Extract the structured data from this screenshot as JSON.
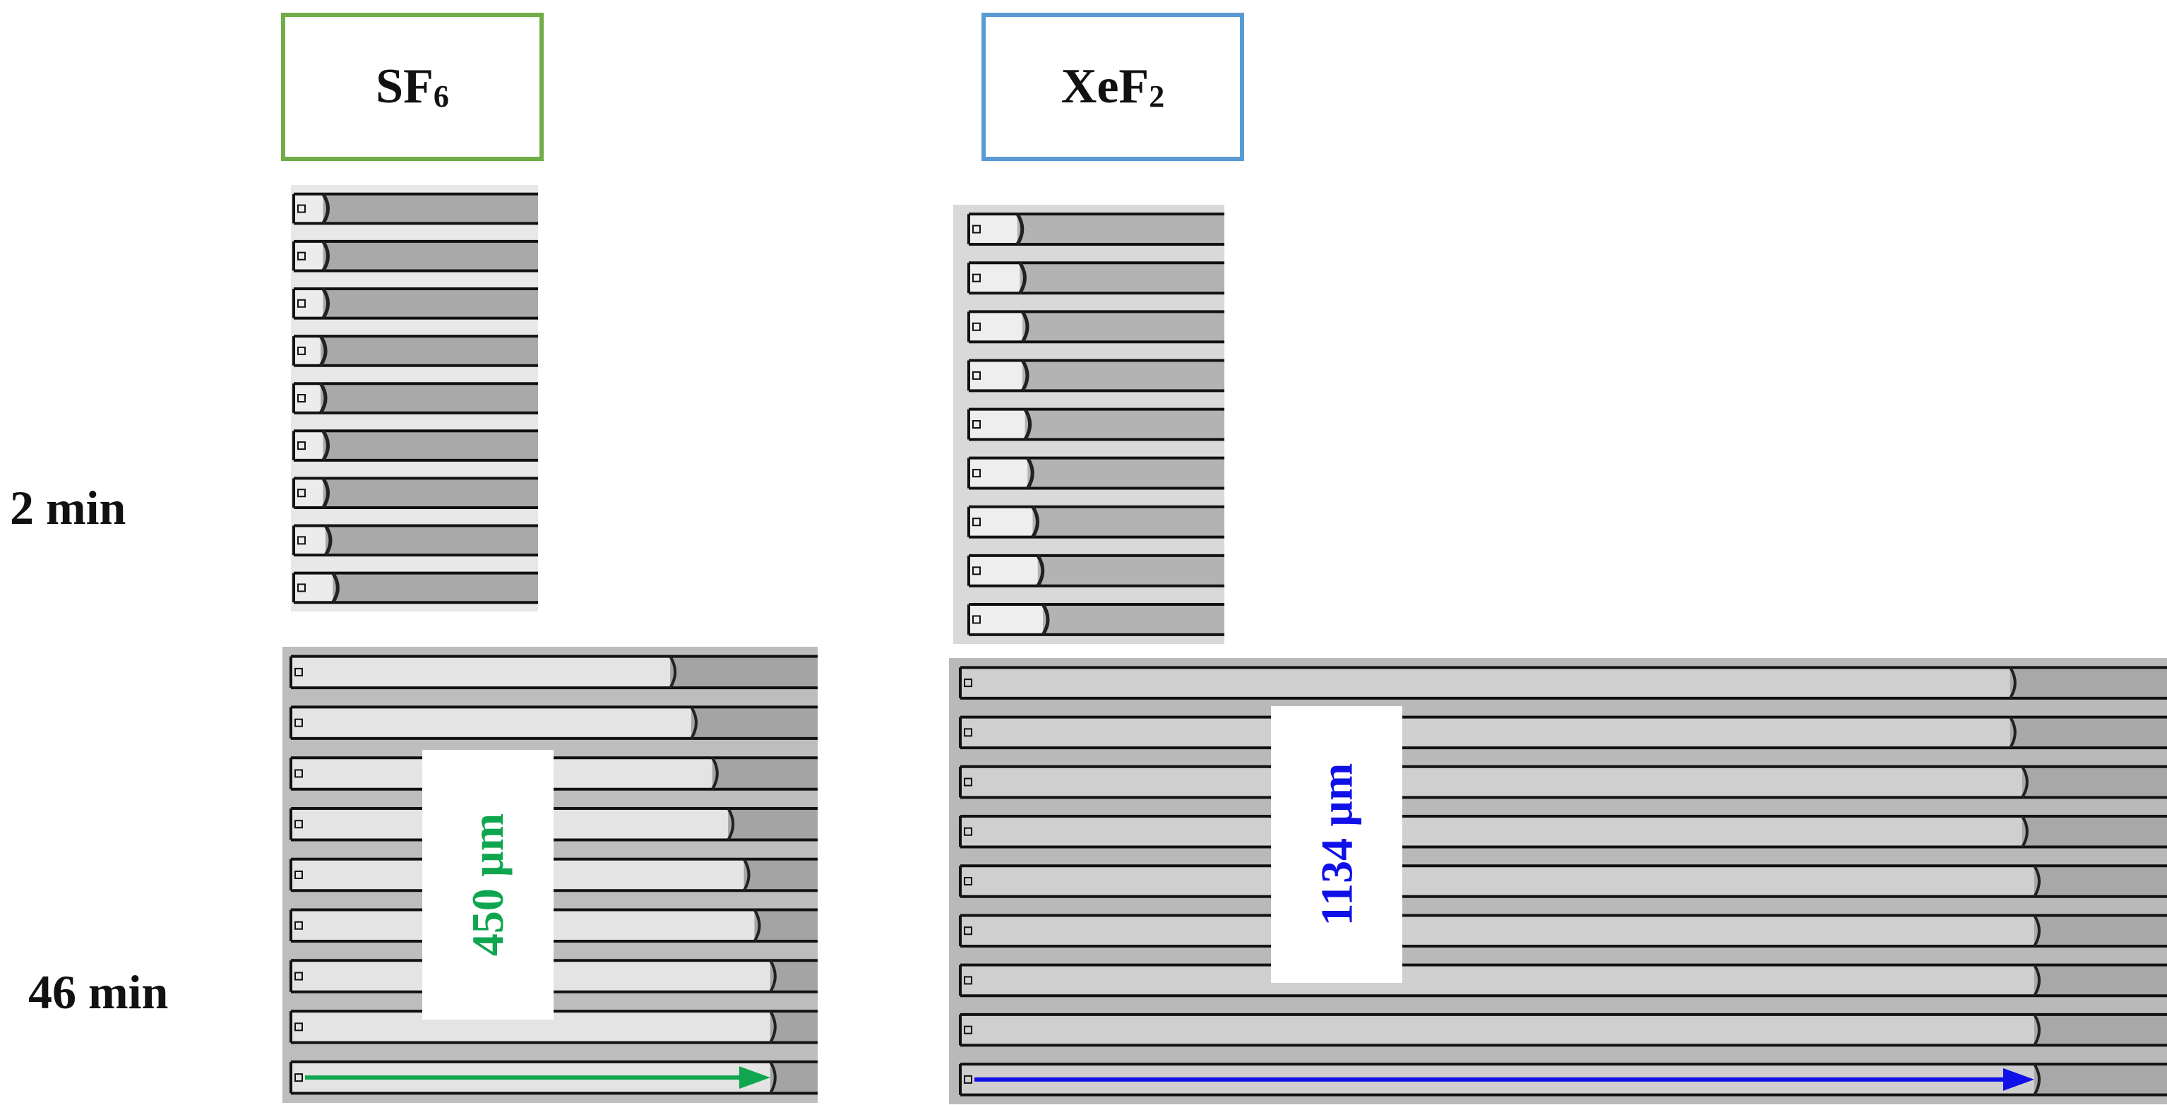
{
  "columns": [
    {
      "formula": "SF",
      "subscript": "6",
      "border_color": "#70ad47"
    },
    {
      "formula": "XeF",
      "subscript": "2",
      "border_color": "#5b9bd5"
    }
  ],
  "rows": [
    {
      "time_label": "2 min"
    },
    {
      "time_label": "46 min"
    }
  ],
  "measurements": [
    {
      "text": "450 µm",
      "color": "#0fa64f"
    },
    {
      "text": "1134 µm",
      "color": "#1010e8"
    }
  ],
  "channel_count": 9,
  "etch_fronts": {
    "sf6_2min": [
      0.12,
      0.12,
      0.12,
      0.11,
      0.11,
      0.12,
      0.12,
      0.13,
      0.16
    ],
    "xef2_2min": [
      0.19,
      0.2,
      0.21,
      0.21,
      0.22,
      0.23,
      0.25,
      0.27,
      0.29
    ],
    "sf6_46min": [
      0.72,
      0.76,
      0.8,
      0.83,
      0.86,
      0.88,
      0.91,
      0.91,
      0.91
    ],
    "xef2_46min": [
      0.87,
      0.87,
      0.88,
      0.88,
      0.89,
      0.89,
      0.89,
      0.89,
      0.89
    ]
  }
}
